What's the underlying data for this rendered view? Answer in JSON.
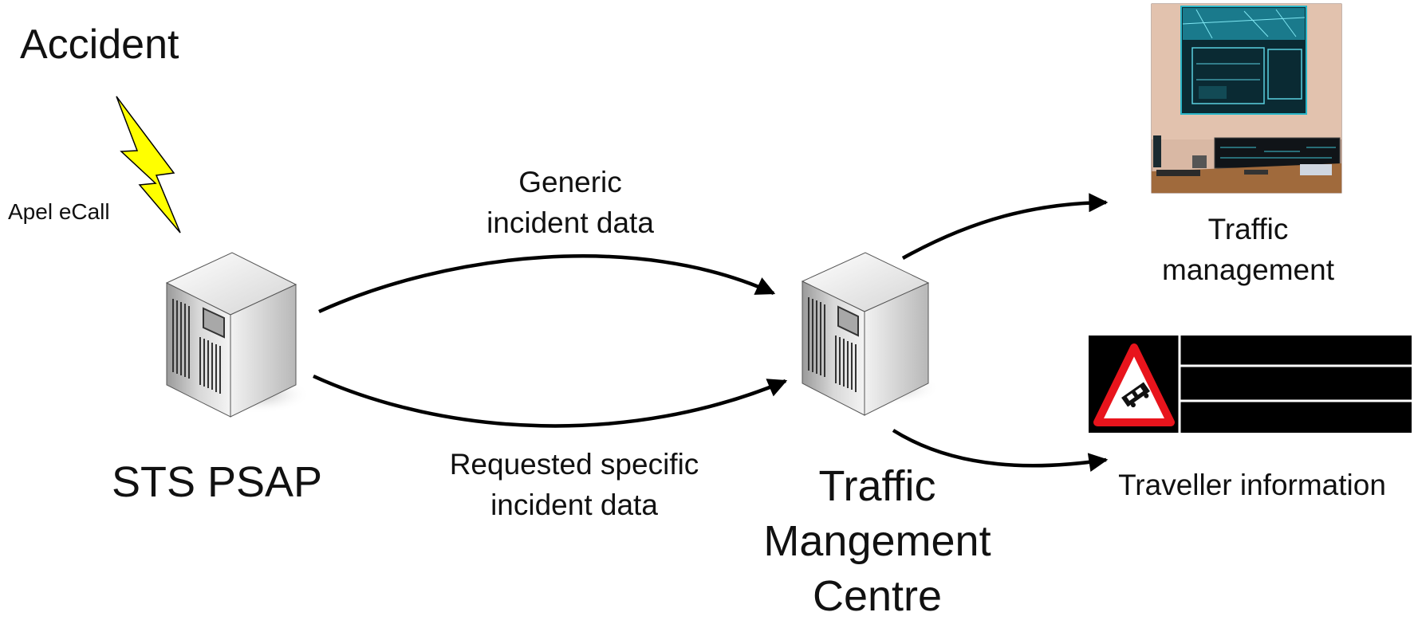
{
  "labels": {
    "accident": "Accident",
    "apel_ecall": "Apel eCall",
    "sts_psap": "STS PSAP",
    "generic_data": "Generic\nincident data",
    "requested_data": "Requested specific\nincident data",
    "tmc": "Traffic\nMangement\nCentre",
    "traffic_management": "Traffic\nmanagement",
    "traveller_information": "Traveller information"
  },
  "colors": {
    "lightning": "#ffff00",
    "warning_red": "#e8141c",
    "sign_black": "#000000",
    "arrow": "#000000"
  },
  "icons": {
    "lightning": "lightning-icon",
    "server_left": "server-icon",
    "server_right": "server-icon",
    "photo": "control-room-photo",
    "sign": "variable-message-sign"
  }
}
